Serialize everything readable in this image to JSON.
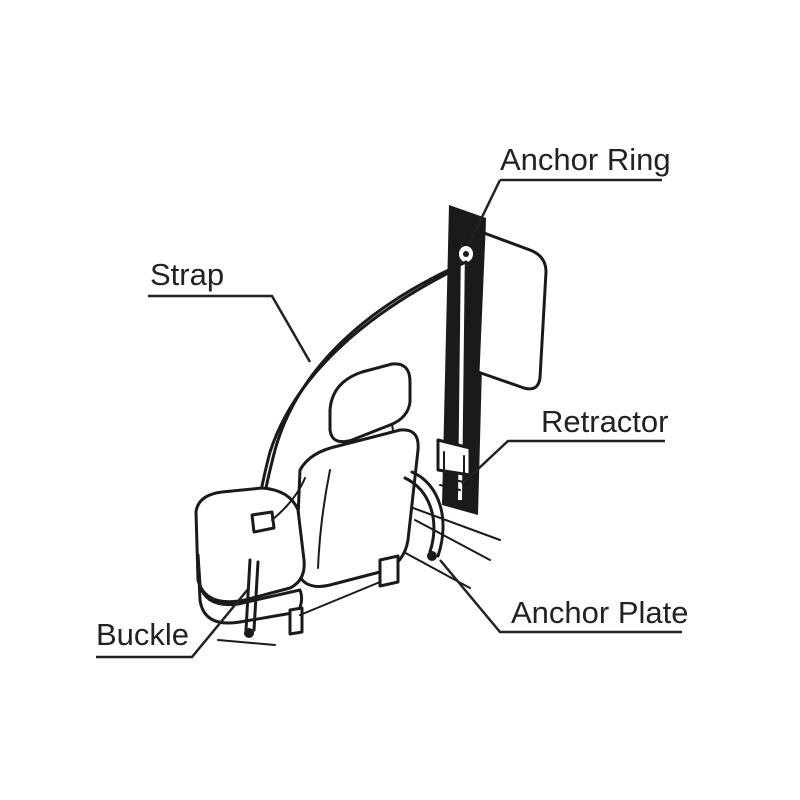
{
  "labels": {
    "anchor_ring": "Anchor Ring",
    "strap": "Strap",
    "retractor": "Retractor",
    "anchor_plate": "Anchor Plate",
    "buckle": "Buckle"
  },
  "colors": {
    "ink": "#1a1a1a",
    "background": "#ffffff"
  }
}
